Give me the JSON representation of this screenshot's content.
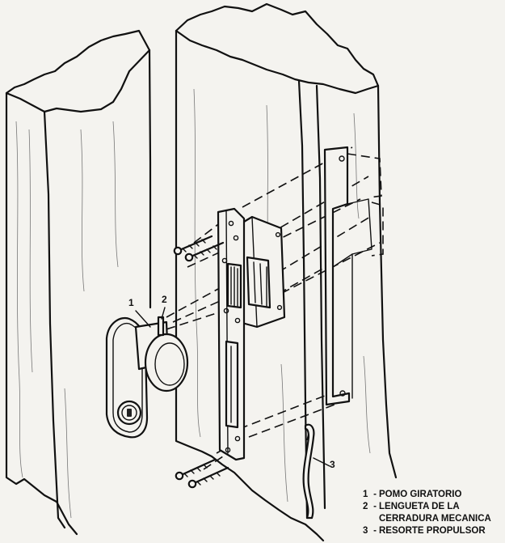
{
  "callouts": {
    "c1": "1",
    "c2": "2",
    "c3": "3"
  },
  "legend": [
    {
      "num": "1",
      "lines": [
        "POMO GIRATORIO"
      ]
    },
    {
      "num": "2",
      "lines": [
        "LENGUETA DE LA",
        "CERRADURA MECANICA"
      ]
    },
    {
      "num": "3",
      "lines": [
        "RESORTE PROPULSOR"
      ]
    }
  ]
}
